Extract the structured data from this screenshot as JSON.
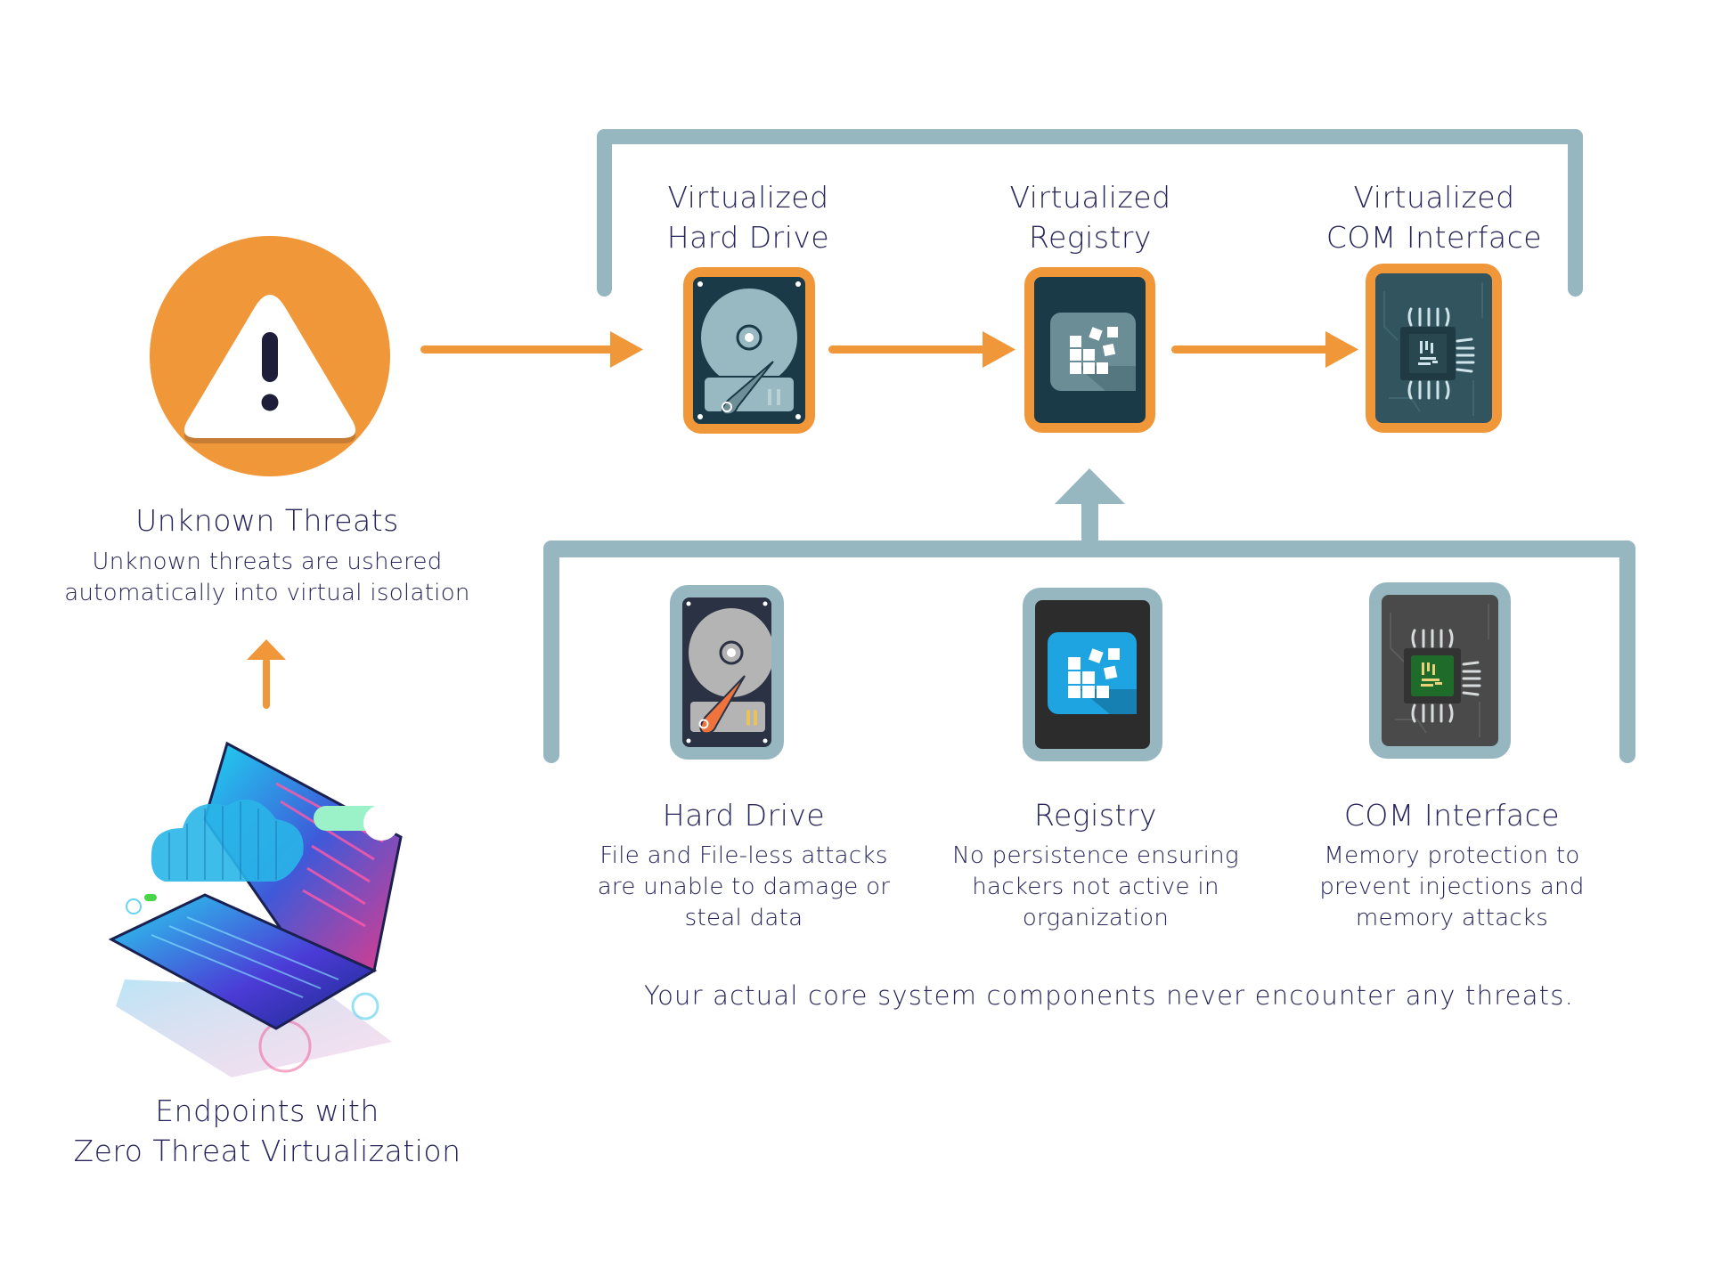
{
  "threat": {
    "icon": "warning-triangle-icon",
    "title": "Unknown Threats",
    "description_lines": [
      "Unknown threats are ushered",
      "automatically into virtual isolation"
    ]
  },
  "endpoint": {
    "icon": "laptop-illustration",
    "title_lines": [
      "Endpoints with",
      "Zero Threat Virtualization"
    ]
  },
  "virtualized": [
    {
      "title_lines": [
        "Virtualized",
        "Hard Drive"
      ],
      "icon": "hard-drive-icon"
    },
    {
      "title_lines": [
        "Virtualized",
        "Registry"
      ],
      "icon": "registry-icon"
    },
    {
      "title_lines": [
        "Virtualized",
        "COM Interface"
      ],
      "icon": "chip-icon"
    }
  ],
  "real": [
    {
      "title": "Hard Drive",
      "icon": "hard-drive-icon",
      "description_lines": [
        "File and File-less attacks",
        "are unable to damage or",
        "steal data"
      ]
    },
    {
      "title": "Registry",
      "icon": "registry-icon",
      "description_lines": [
        "No persistence ensuring",
        "hackers not active in",
        "organization"
      ]
    },
    {
      "title": "COM Interface",
      "icon": "chip-icon",
      "description_lines": [
        "Memory protection to",
        "prevent injections and",
        "memory attacks"
      ]
    }
  ],
  "footer": "Your actual core system components never encounter any threats.",
  "colors": {
    "accent_orange": "#f0973a",
    "bracket_blue_gray": "#96b6c0",
    "text_navy": "#26245a"
  }
}
